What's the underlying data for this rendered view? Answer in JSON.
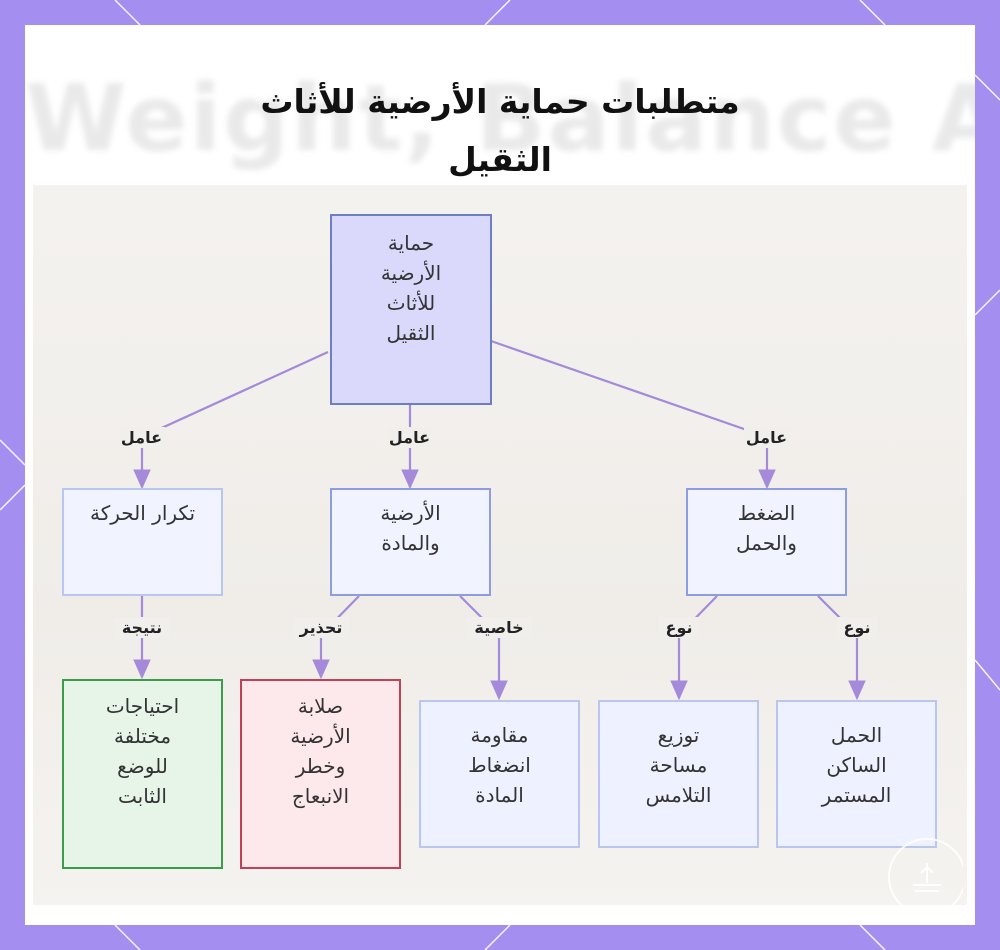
{
  "title": "متطلبات حماية الأرضية للأثاث الثقيل",
  "background_text": "Weight, Balance And Stability",
  "colors": {
    "frame": "#a48ff0",
    "root_fill": "#dad9fb",
    "node_fill": "#f1f3ff",
    "edge": "#a48ad9",
    "green_border": "#3d9c4a",
    "green_fill": "#e7f5e8",
    "red_border": "#c24157",
    "red_fill": "#fde8ec"
  },
  "nodes": {
    "root": "حماية\nالأرضية\nللأثاث\nالثقيل",
    "movement": "تكرار الحركة",
    "floor_material": "الأرضية\nوالمادة",
    "pressure_load": "الضغط\nوالحمل",
    "static_needs": "احتياجات\nمختلفة\nللوضع\nالثابت",
    "floor_hardness": "صلابة\nالأرضية\nوخطر\nالانبعاج",
    "compression_resistance": "مقاومة\nانضغاط\nالمادة",
    "contact_distribution": "توزيع\nمساحة\nالتلامس",
    "static_load": "الحمل\nالساكن\nالمستمر"
  },
  "edge_labels": {
    "factor_left": "عامل",
    "factor_mid": "عامل",
    "factor_right": "عامل",
    "result": "نتيجة",
    "warning": "تحذير",
    "property": "خاصية",
    "type_left": "نوع",
    "type_right": "نوع"
  },
  "icons": {
    "logo": "shield-logo-icon"
  }
}
